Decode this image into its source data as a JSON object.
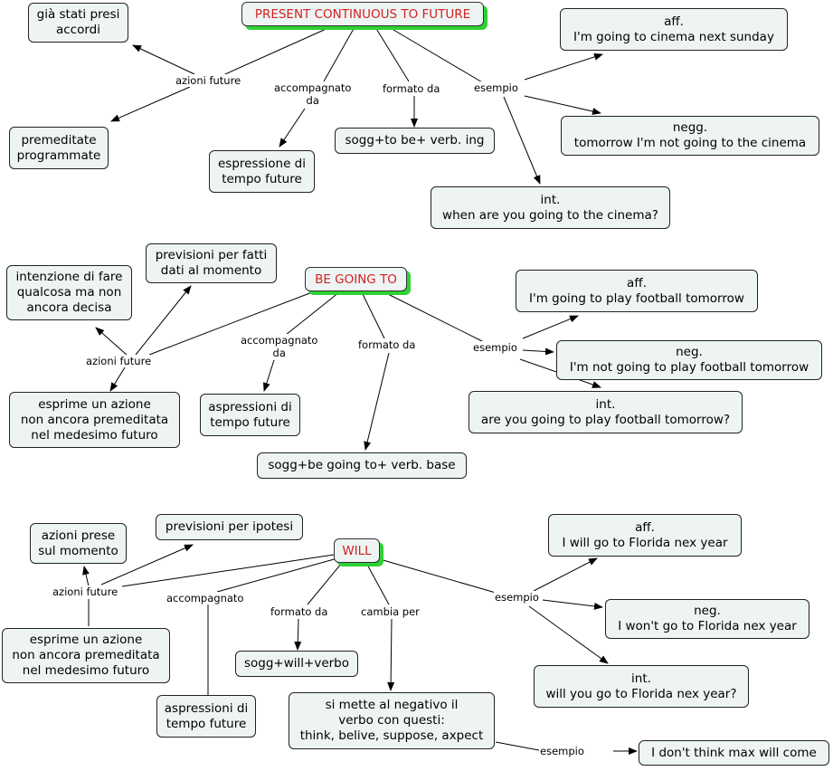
{
  "sections": [
    {
      "root": "PRESENT CONTINUOUS TO FUTURE",
      "links": {
        "azioni_future": "azioni future",
        "accompagnato": "accompagnato\nda",
        "formato": "formato da",
        "esempio": "esempio"
      },
      "nodes": {
        "gia_stati": "già stati presi\naccordi",
        "premeditate": "premeditate\nprogrammate",
        "espressione": "espressione di\ntempo future",
        "sogg": "sogg+to be+ verb. ing",
        "aff": "aff.\nI'm going to cinema next sunday",
        "neg": "negg.\ntomorrow I'm not going to the cinema",
        "int": "int.\nwhen are you going to the cinema?"
      }
    },
    {
      "root": "BE GOING TO",
      "links": {
        "azioni_future": "azioni future",
        "accompagnato": "accompagnato\nda",
        "formato": "formato da",
        "esempio": "esempio"
      },
      "nodes": {
        "intenzione": "intenzione di fare\nqualcosa ma non\nancora decisa",
        "previsioni": "previsioni per fatti\ndati al momento",
        "esprime": "esprime un azione\nnon ancora premeditata\nnel medesimo futuro",
        "aspressioni": "aspressioni di\ntempo future",
        "sogg": "sogg+be going to+ verb. base",
        "aff": "aff.\nI'm going to play football tomorrow",
        "neg": "neg.\nI'm not going to play football tomorrow",
        "int": "int.\nare you going to play football tomorrow?"
      }
    },
    {
      "root": "WILL",
      "links": {
        "azioni_future": "azioni future",
        "accompagnato": "accompagnato",
        "formato": "formato da",
        "cambia": "cambia per",
        "esempio": "esempio",
        "esempio2": "esempio"
      },
      "nodes": {
        "azioni_prese": "azioni prese\nsul momento",
        "previsioni": "previsioni per ipotesi",
        "esprime": "esprime un azione\nnon ancora premeditata\nnel medesimo futuro",
        "aspressioni": "aspressioni di\ntempo future",
        "sogg": "sogg+will+verbo",
        "negativo": "si mette al negativo il\nverbo con questi:\nthink, belive, suppose, axpect",
        "aff": "aff.\nI will go to Florida nex year",
        "neg": "neg.\nI won't go to Florida nex year",
        "int": "int.\nwill you go to Florida nex year?",
        "dont_think": "I don't think max will come"
      }
    }
  ],
  "colors": {
    "root_text": "#d42020",
    "root_shadow": "#2ed135",
    "node_fill": "#eef4f4",
    "line": "#000000"
  }
}
